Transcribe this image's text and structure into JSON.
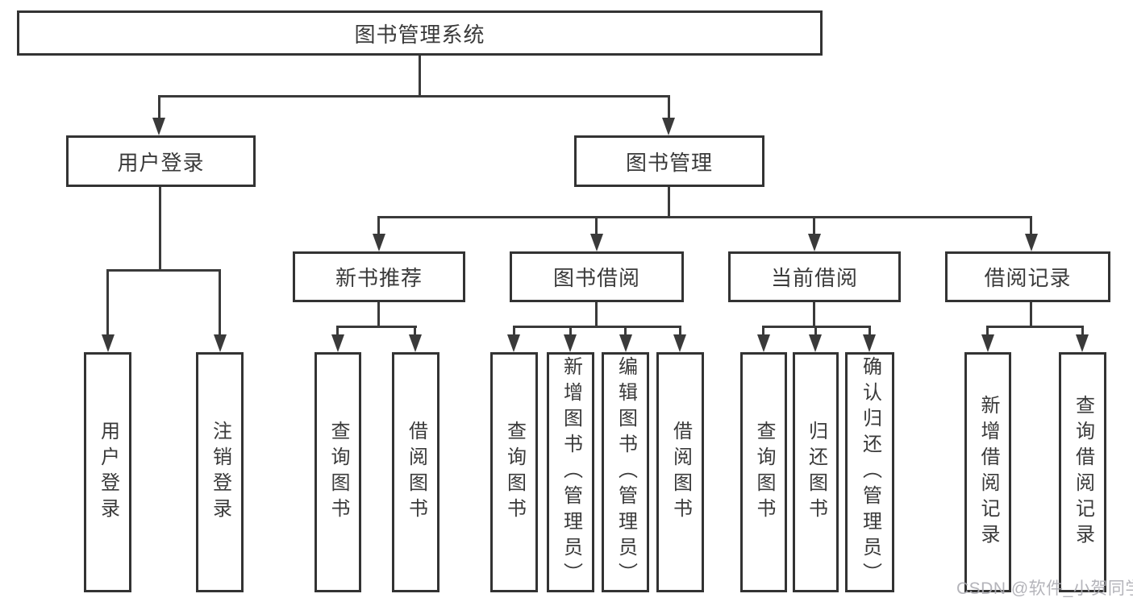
{
  "tree": {
    "root": "图书管理系统",
    "children": [
      {
        "label": "用户登录",
        "children": [
          {
            "label": "用户登录"
          },
          {
            "label": "注销登录"
          }
        ]
      },
      {
        "label": "图书管理",
        "children": [
          {
            "label": "新书推荐",
            "children": [
              {
                "label": "查询图书"
              },
              {
                "label": "借阅图书"
              }
            ]
          },
          {
            "label": "图书借阅",
            "children": [
              {
                "label": "查询图书"
              },
              {
                "label": "新增图书（管理员）"
              },
              {
                "label": "编辑图书（管理员）"
              },
              {
                "label": "借阅图书"
              }
            ]
          },
          {
            "label": "当前借阅",
            "children": [
              {
                "label": "查询图书"
              },
              {
                "label": "归还图书"
              },
              {
                "label": "确认归还（管理员）"
              }
            ]
          },
          {
            "label": "借阅记录",
            "children": [
              {
                "label": "新增借阅记录"
              },
              {
                "label": "查询借阅记录"
              }
            ]
          }
        ]
      }
    ]
  },
  "watermark": {
    "text": "CSDN @软件_小贺同学"
  },
  "colors": {
    "line": "#3a3a3a",
    "box_border": "#333333",
    "text": "#3a3a3a",
    "watermark_text": "#acacb2",
    "background": "#ffffff"
  }
}
